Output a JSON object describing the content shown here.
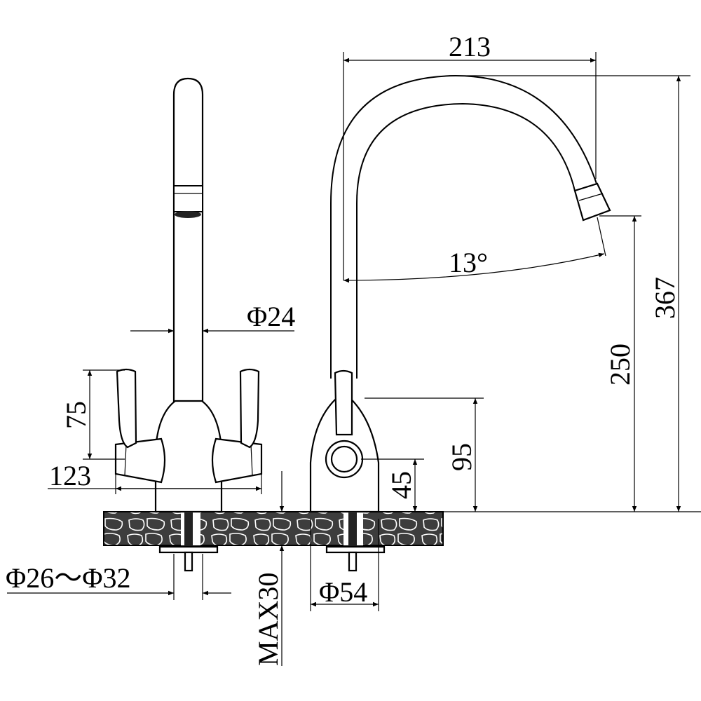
{
  "dimensions": {
    "spout_reach": "213",
    "total_height": "367",
    "spout_height": "250",
    "swivel_angle": "13°",
    "spout_diameter": "Φ24",
    "handle_height": "75",
    "handle_span": "123",
    "body_height": "95",
    "outlet_height": "45",
    "hole_diameter": "Φ26～Φ32",
    "base_diameter": "Φ54",
    "max_counter_thickness": "MAX30"
  },
  "colors": {
    "line": "#000000",
    "background": "#ffffff",
    "countertop_fill": "#4a4a4a"
  }
}
